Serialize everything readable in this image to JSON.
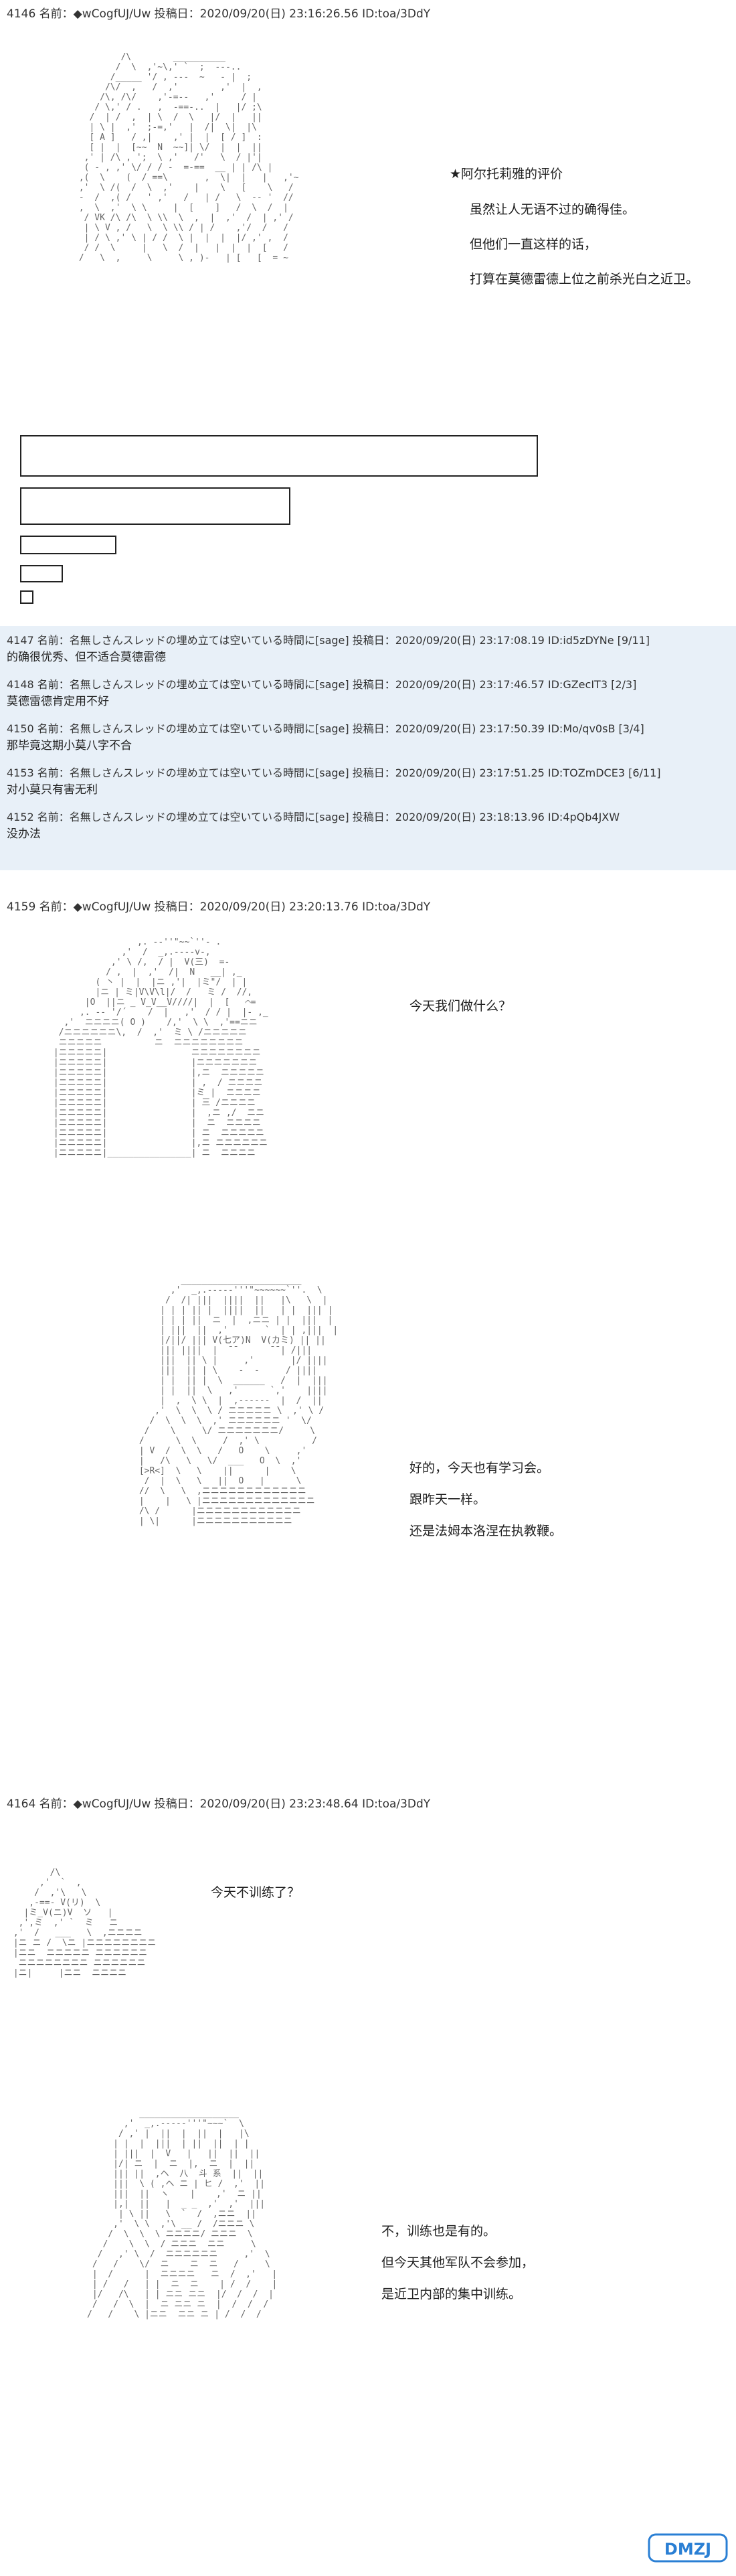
{
  "post1": {
    "header": "4146 名前：◆wCogfUJ/Uw  投稿日：2020/09/20(日) 23:16:26.56 ID:toa/3DdY",
    "dialog": [
      "★阿尔托莉雅的评价",
      "虽然让人无语不过的确得佳。",
      "但他们一直这样的话，",
      "打算在莫德雷德上位之前杀光白之近卫。"
    ]
  },
  "replies": [
    {
      "line": "4147 名前：名無しさんスレッドの埋め立ては空いている時間に[sage] 投稿日：2020/09/20(日) 23:17:08.19 ID:id5zDYNe [9/11]",
      "body": "的确很优秀、但不适合莫德雷德"
    },
    {
      "line": "4148 名前：名無しさんスレッドの埋め立ては空いている時間に[sage] 投稿日：2020/09/20(日) 23:17:46.57 ID:GZecIT3 [2/3]",
      "body": "莫德雷德肯定用不好"
    },
    {
      "line": "4150 名前：名無しさんスレッドの埋め立ては空いている時間に[sage] 投稿日：2020/09/20(日) 23:17:50.39 ID:Mo/qv0sB [3/4]",
      "body": "那毕竟这期小莫八字不合"
    },
    {
      "line": "4153 名前：名無しさんスレッドの埋め立ては空いている時間に[sage] 投稿日：2020/09/20(日) 23:17:51.25 ID:TOZmDCE3 [6/11]",
      "body": "对小莫只有害无利"
    },
    {
      "line": "4152 名前：名無しさんスレッドの埋め立ては空いている時間に[sage] 投稿日：2020/09/20(日) 23:18:13.96 ID:4pQb4JXW",
      "body": "没办法"
    }
  ],
  "post2": {
    "header": "4159 名前：◆wCogfUJ/Uw  投稿日：2020/09/20(日) 23:20:13.76 ID:toa/3DdY",
    "dialog1": [
      "今天我们做什么？"
    ],
    "dialog2": [
      "好的，今天也有学习会。",
      "跟昨天一样。",
      "还是法姆本洛涅在执教鞭。"
    ]
  },
  "post3": {
    "header": "4164 名前：◆wCogfUJ/Uw  投稿日：2020/09/20(日) 23:23:48.64 ID:toa/3DdY",
    "dialog1": [
      "今天不训练了？"
    ],
    "dialog2": [
      "不，训练也是有的。",
      "但今天其他军队不会参加，",
      "是近卫内部的集中训练。"
    ]
  },
  "logo": {
    "text": "DMZJ",
    "accent": "#2a7fd4"
  }
}
